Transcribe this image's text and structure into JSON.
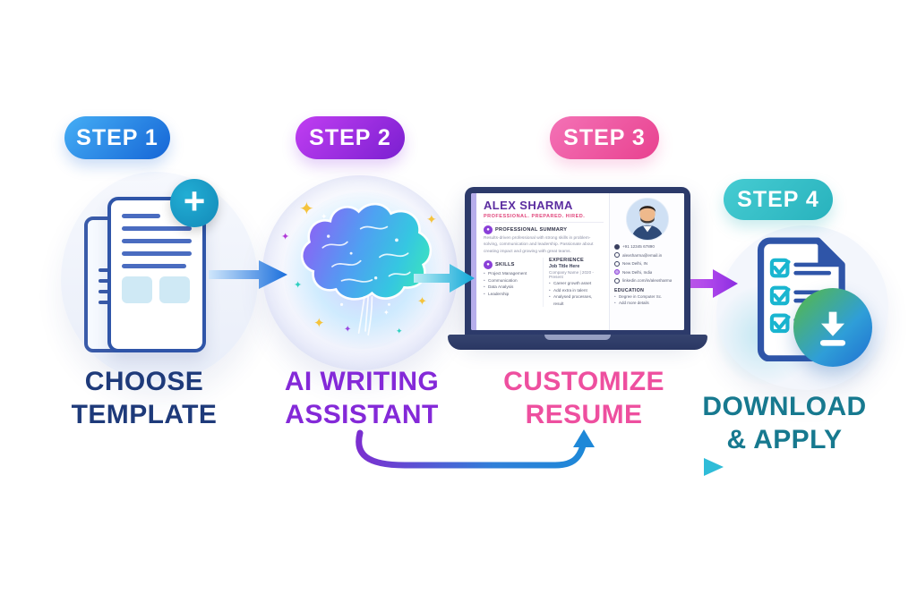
{
  "steps": [
    {
      "badge": "STEP 1",
      "title_line1": "CHOOSE",
      "title_line2": "TEMPLATE",
      "color": "#1e6fd8"
    },
    {
      "badge": "STEP 2",
      "title_line1": "AI WRITING",
      "title_line2": "ASSISTANT",
      "color": "#8e2de2"
    },
    {
      "badge": "STEP 3",
      "title_line1": "CUSTOMIZE",
      "title_line2": "RESUME",
      "color": "#ee4f9f"
    },
    {
      "badge": "STEP 4",
      "title_line1": "DOWNLOAD",
      "title_line2": "& APPLY",
      "color": "#2ab3bd"
    }
  ],
  "resume": {
    "name": "ALEX SHARMA",
    "tagline": "PROFESSIONAL.  PREPARED.  HIRED.",
    "summary_title": "PROFESSIONAL SUMMARY",
    "summary_text": "Results-driven professional with strong skills in problem-solving, communication and leadership. Passionate about creating impact and growing with great teams.",
    "skills_title": "SKILLS",
    "skills": [
      "Project Management",
      "Communication",
      "Data Analysis",
      "Leadership"
    ],
    "experience_title": "EXPERIENCE",
    "experience_job": "Job Title Here",
    "experience_company": "Company Name | 2020 - Present",
    "experience_bullets": [
      "Career growth asset",
      "Add extra in talent",
      "Analysed processes, result"
    ],
    "contact": {
      "phone": "+91 12345 67890",
      "email": "alexsharma@email.in",
      "location_short": "New Delhi, IN",
      "location_full": "New Delhi, India",
      "website": "linkedin.com/in/alexsharma"
    },
    "education_title": "EDUCATION",
    "education_items": [
      "Degree in Computer Sc.",
      "Add more details"
    ]
  },
  "icons": {
    "plus": "+",
    "sparkle": "✦",
    "check": "✓"
  },
  "colors": {
    "step1_blue": "#1e6fd8",
    "step2_purple": "#8e2de2",
    "step3_pink": "#ee4f9f",
    "step4_teal": "#2ab3bd",
    "label_navy": "#1e3a7a",
    "label_purple": "#8429d8",
    "label_pink": "#ee4f9f",
    "label_teal": "#17798f",
    "resume_name_purple": "#5b2da0",
    "resume_tagline_pink": "#e0457b"
  }
}
